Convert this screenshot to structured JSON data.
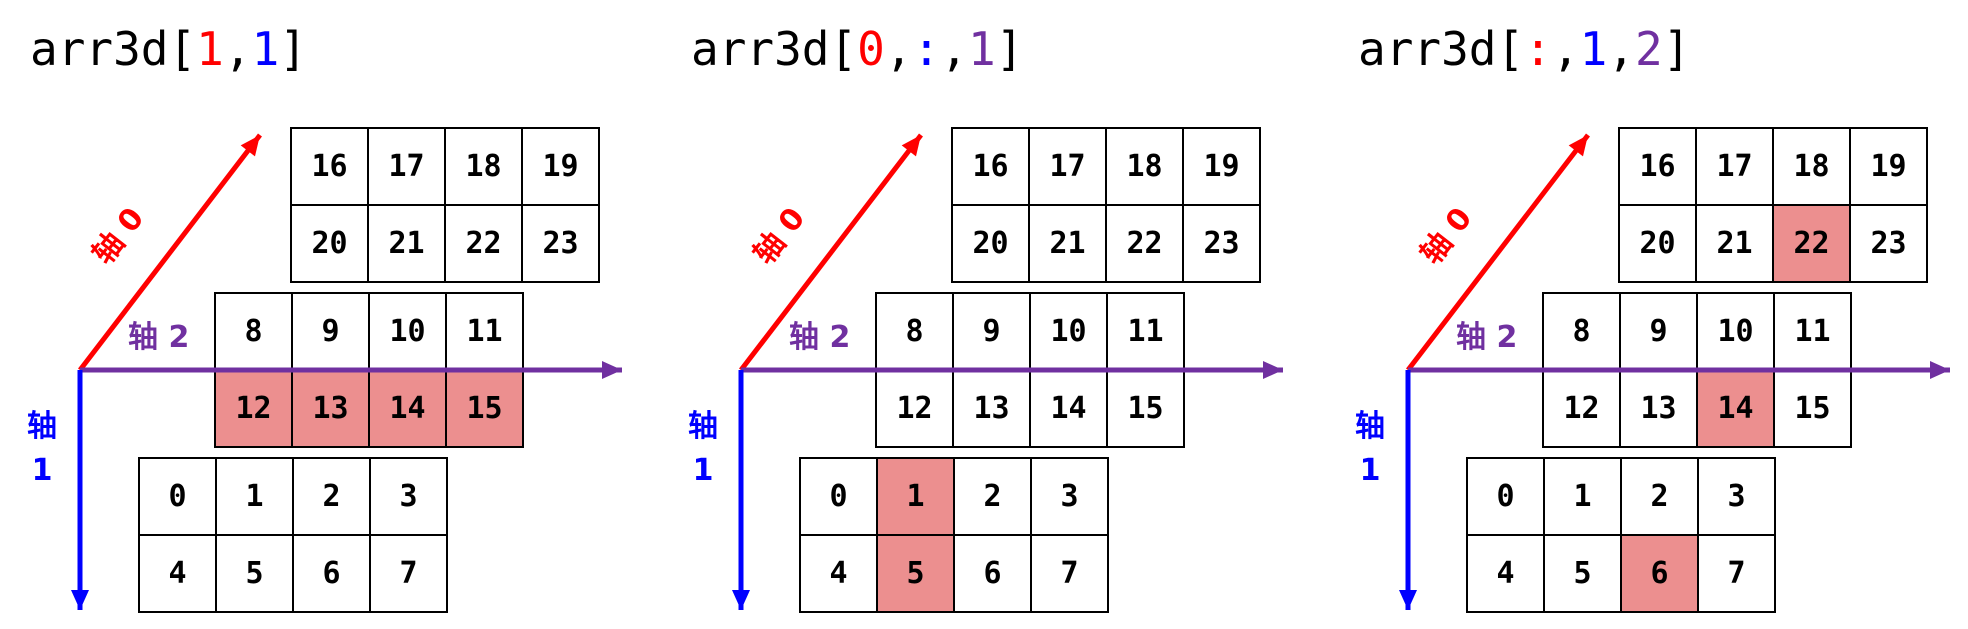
{
  "colors": {
    "axis0": "#ff0000",
    "axis1": "#0000ff",
    "axis2": "#7030a0",
    "highlight": "#ec8f8f"
  },
  "panels": [
    {
      "title_parts": [
        {
          "text": "arr3d[",
          "color": "#000000"
        },
        {
          "text": "1",
          "color": "#ff0000"
        },
        {
          "text": ",",
          "color": "#000000"
        },
        {
          "text": "1",
          "color": "#0000ff"
        },
        {
          "text": "]",
          "color": "#000000"
        }
      ],
      "axis0_label": "轴 0",
      "axis2_label": "轴 2",
      "axis1_label": "轴\n1",
      "blocks": [
        {
          "values": [
            "16",
            "17",
            "18",
            "19",
            "20",
            "21",
            "22",
            "23"
          ],
          "highlight": []
        },
        {
          "values": [
            "8",
            "9",
            "10",
            "11",
            "12",
            "13",
            "14",
            "15"
          ],
          "highlight": [
            4,
            5,
            6,
            7
          ]
        },
        {
          "values": [
            "0",
            "1",
            "2",
            "3",
            "4",
            "5",
            "6",
            "7"
          ],
          "highlight": []
        }
      ]
    },
    {
      "title_parts": [
        {
          "text": "arr3d[",
          "color": "#000000"
        },
        {
          "text": "0",
          "color": "#ff0000"
        },
        {
          "text": ",",
          "color": "#000000"
        },
        {
          "text": ":",
          "color": "#0000ff"
        },
        {
          "text": ",",
          "color": "#000000"
        },
        {
          "text": "1",
          "color": "#7030a0"
        },
        {
          "text": "]",
          "color": "#000000"
        }
      ],
      "axis0_label": "轴 0",
      "axis2_label": "轴 2",
      "axis1_label": "轴\n1",
      "blocks": [
        {
          "values": [
            "16",
            "17",
            "18",
            "19",
            "20",
            "21",
            "22",
            "23"
          ],
          "highlight": []
        },
        {
          "values": [
            "8",
            "9",
            "10",
            "11",
            "12",
            "13",
            "14",
            "15"
          ],
          "highlight": []
        },
        {
          "values": [
            "0",
            "1",
            "2",
            "3",
            "4",
            "5",
            "6",
            "7"
          ],
          "highlight": [
            1,
            5
          ]
        }
      ]
    },
    {
      "title_parts": [
        {
          "text": "arr3d[",
          "color": "#000000"
        },
        {
          "text": ":",
          "color": "#ff0000"
        },
        {
          "text": ",",
          "color": "#000000"
        },
        {
          "text": "1",
          "color": "#0000ff"
        },
        {
          "text": ",",
          "color": "#000000"
        },
        {
          "text": "2",
          "color": "#7030a0"
        },
        {
          "text": "]",
          "color": "#000000"
        }
      ],
      "axis0_label": "轴 0",
      "axis2_label": "轴 2",
      "axis1_label": "轴\n1",
      "blocks": [
        {
          "values": [
            "16",
            "17",
            "18",
            "19",
            "20",
            "21",
            "22",
            "23"
          ],
          "highlight": [
            6
          ]
        },
        {
          "values": [
            "8",
            "9",
            "10",
            "11",
            "12",
            "13",
            "14",
            "15"
          ],
          "highlight": [
            6
          ]
        },
        {
          "values": [
            "0",
            "1",
            "2",
            "3",
            "4",
            "5",
            "6",
            "7"
          ],
          "highlight": [
            6
          ]
        }
      ]
    }
  ]
}
